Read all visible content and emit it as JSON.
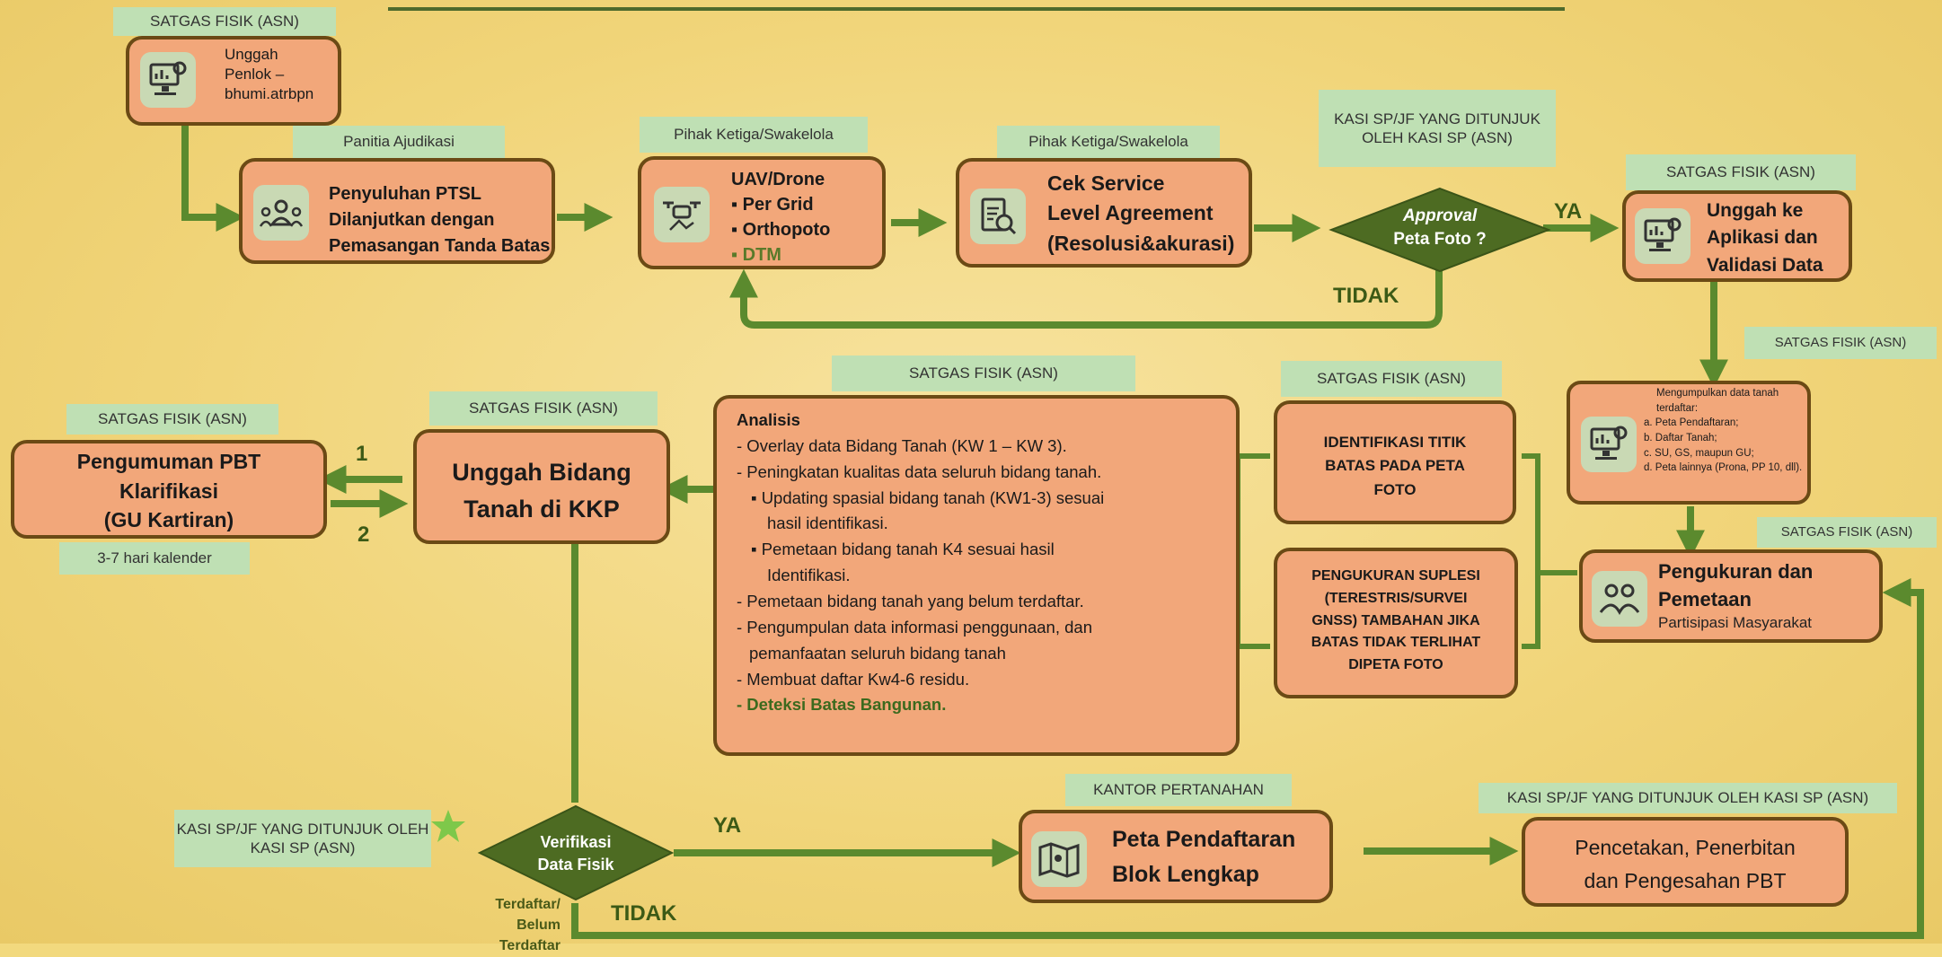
{
  "nodes": {
    "unggah_penlok": {
      "role": "SATGAS   FISIK (ASN)",
      "lines": [
        "Unggah",
        "Penlok –",
        "bhumi.atrbpn"
      ]
    },
    "penyuluhan": {
      "role": "Panitia Ajudikasi",
      "lines": [
        "Penyuluhan PTSL",
        "Dilanjutkan dengan",
        "Pemasangan Tanda Batas"
      ]
    },
    "uav": {
      "role": "Pihak Ketiga/Swakelola",
      "title": "UAV/Drone",
      "items": [
        "▪ Per Grid",
        "▪ Orthopoto",
        "▪ DTM"
      ]
    },
    "cek_sla": {
      "role": "Pihak Ketiga/Swakelola",
      "lines": [
        "Cek Service",
        "Level Agreement",
        "(Resolusi&akurasi)"
      ]
    },
    "approval": {
      "role": "KASI SP/JF YANG DITUNJUK OLEH KASI SP (ASN)",
      "line1": "Approval",
      "line2": "Peta Foto ?"
    },
    "unggah_aplikasi": {
      "role": "SATGAS FISIK (ASN)",
      "lines": [
        "Unggah ke",
        "Aplikasi dan",
        "Validasi  Data"
      ]
    },
    "mengumpulkan": {
      "role": "SATGAS FISIK (ASN)",
      "title": "Mengumpulkan data tanah terdaftar:",
      "items": [
        "a.    Peta Pendaftaran;",
        "b.    Daftar Tanah;",
        "c.    SU, GS, maupun GU;",
        "d.    Peta lainnya (Prona, PP 10, dll)."
      ]
    },
    "pengukuran": {
      "role": "SATGAS FISIK (ASN)",
      "title1": "Pengukuran dan",
      "title2": "Pemetaan",
      "sub": "Partisipasi Masyarakat"
    },
    "identifikasi": {
      "role": "SATGAS FISIK (ASN)",
      "lines": [
        "IDENTIFIKASI TITIK",
        "BATAS PADA PETA",
        "FOTO"
      ]
    },
    "suplesi": {
      "lines": [
        "PENGUKURAN SUPLESI",
        "(TERESTRIS/SURVEI",
        "GNSS) TAMBAHAN JIKA",
        "BATAS TIDAK TERLIHAT",
        "DIPETA FOTO"
      ]
    },
    "analisis": {
      "role": "SATGAS FISIK (ASN)",
      "title": "Analisis",
      "items": [
        "- Overlay data Bidang Tanah (KW 1 – KW 3).",
        "- Peningkatan kualitas data seluruh bidang tanah.",
        "▪ Updating spasial bidang tanah (KW1-3) sesuai",
        "hasil identifikasi.",
        "▪ Pemetaan bidang tanah K4 sesuai hasil",
        "Identifikasi.",
        "- Pemetaan bidang tanah yang belum terdaftar.",
        "- Pengumpulan data informasi penggunaan, dan",
        "pemanfaatan seluruh bidang tanah",
        "- Membuat daftar Kw4-6 residu."
      ],
      "last": "- Deteksi Batas Bangunan."
    },
    "unggah_kkp": {
      "role": "SATGAS FISIK (ASN)",
      "lines": [
        "Unggah Bidang",
        "Tanah di KKP"
      ]
    },
    "pengumuman": {
      "role": "SATGAS FISIK (ASN)",
      "lines": [
        "Pengumuman PBT",
        "Klarifikasi",
        "(GU Kartiran)"
      ],
      "note": "3-7 hari kalender"
    },
    "verifikasi": {
      "role": "KASI SP/JF YANG DITUNJUK OLEH KASI SP (ASN)",
      "line1": "Verifikasi",
      "line2": "Data Fisik",
      "below1": "Terdaftar/",
      "below2": "Belum Terdaftar"
    },
    "peta_pendaftaran": {
      "role": "KANTOR PERTANAHAN",
      "lines": [
        "Peta Pendaftaran",
        "Blok Lengkap"
      ]
    },
    "pencetakan": {
      "role": "KASI SP/JF YANG DITUNJUK OLEH KASI SP (ASN)",
      "lines": [
        "Pencetakan, Penerbitan",
        "dan Pengesahan PBT"
      ]
    }
  },
  "edges": {
    "ya1": "YA",
    "tidak1": "TIDAK",
    "ya2": "YA",
    "tidak2": "TIDAK",
    "n1": "1",
    "n2": "2"
  },
  "colors": {
    "box": "#f2a77a",
    "border": "#6b4a15",
    "arrow": "#5b8a2e",
    "label_bg": "#bfe0b4",
    "diamond": "#4d6b22"
  }
}
